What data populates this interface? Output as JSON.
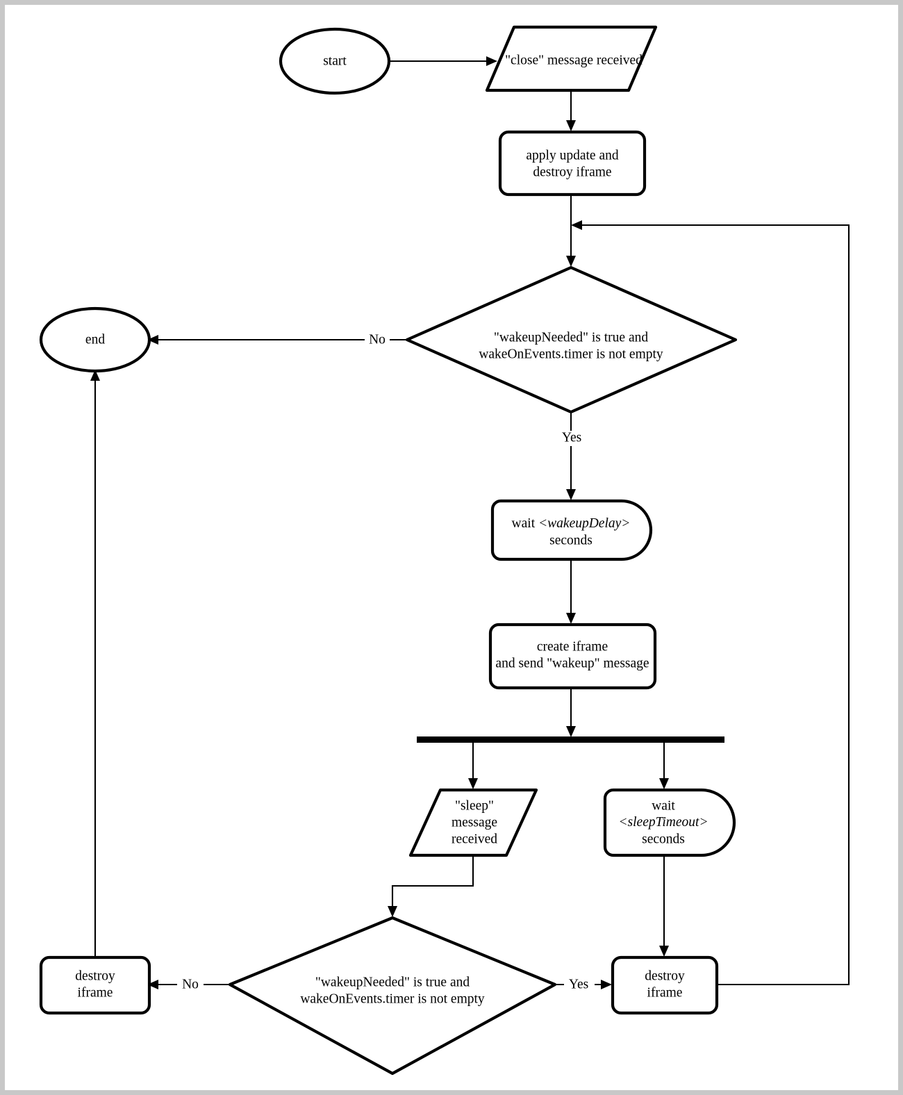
{
  "diagram": {
    "title": "iframe wakeup/sleep lifecycle flowchart",
    "type": "flowchart",
    "background_color": "#ffffff",
    "border_color": "#c8c8c8",
    "line_color": "#000000",
    "nodes": {
      "start": {
        "label": "start",
        "shape": "ellipse"
      },
      "close_message": {
        "label": "\"close\" message received",
        "shape": "parallelogram"
      },
      "apply_update": {
        "line1": "apply update and",
        "line2": "destroy iframe",
        "shape": "rounded-rectangle"
      },
      "decision_top": {
        "line1": "\"wakeupNeeded\" is true and",
        "line2": "wakeOnEvents.timer is not empty",
        "shape": "diamond"
      },
      "end": {
        "label": "end",
        "shape": "ellipse"
      },
      "wait_wakeup_delay": {
        "prefix": "wait ",
        "variable": "<wakeupDelay>",
        "suffix": "seconds",
        "shape": "delay"
      },
      "create_iframe": {
        "line1": "create iframe",
        "line2": "and send \"wakeup\" message",
        "shape": "rounded-rectangle"
      },
      "fork_bar": {
        "label": "",
        "shape": "fork-bar"
      },
      "sleep_message": {
        "line1": "\"sleep\"",
        "line2": "message",
        "line3": "received",
        "shape": "parallelogram"
      },
      "wait_sleep_timeout": {
        "prefix": "wait",
        "variable": "<sleepTimeout>",
        "suffix": "seconds",
        "shape": "delay"
      },
      "decision_bottom": {
        "line1": "\"wakeupNeeded\" is true and",
        "line2": "wakeOnEvents.timer is not empty",
        "shape": "diamond"
      },
      "destroy_iframe_left": {
        "line1": "destroy",
        "line2": "iframe",
        "shape": "rounded-rectangle"
      },
      "destroy_iframe_right": {
        "line1": "destroy",
        "line2": "iframe",
        "shape": "rounded-rectangle"
      }
    },
    "edge_labels": {
      "top_no": "No",
      "top_yes": "Yes",
      "bottom_no": "No",
      "bottom_yes": "Yes"
    }
  }
}
